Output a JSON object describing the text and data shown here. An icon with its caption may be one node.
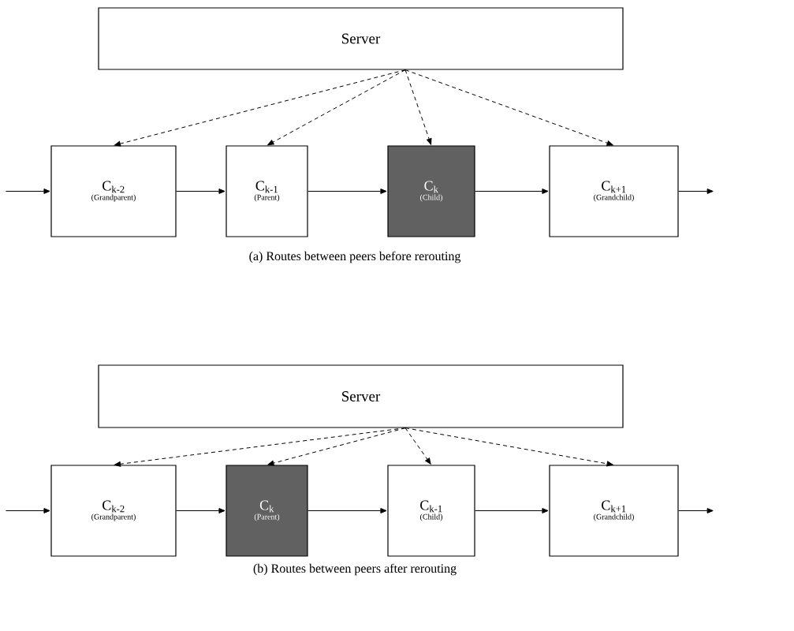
{
  "diagram": {
    "nodes": [
      {
        "text": [
          "Server"
        ]
      },
      {
        "text": [
          "C$_{k-2}$",
          "(Grandparent)"
        ]
      },
      {
        "text": [
          "C$_{k-1}$",
          "(Parent)"
        ]
      },
      {
        "text": [
          "C$_{k}$",
          "(Child)"
        ]
      },
      {
        "text": [
          "C$_{k+1}$",
          "(Grandchild)"
        ]
      },
      {
        "text": [
          "Server"
        ]
      },
      {
        "text": [
          "C$_{k-2}$",
          "(Grandparent)"
        ]
      },
      {
        "text": [
          "C$_{k}$",
          "(Parent)"
        ]
      },
      {
        "text": [
          "C$_{k-1}$",
          "(Child)"
        ]
      },
      {
        "text": [
          "C$_{k+1}$",
          "(Grandchild)"
        ]
      }
    ],
    "edges": [
      {
        "from": 0,
        "to": 1,
        "arrow": "to",
        "style": "dashed"
      },
      {
        "from": 0,
        "to": 2,
        "arrow": "to",
        "style": "dashed"
      },
      {
        "from": 0,
        "to": 3,
        "arrow": "to",
        "style": "dashed"
      },
      {
        "from": 0,
        "to": 4,
        "arrow": "to",
        "style": "dashed"
      },
      {
        "from": null,
        "to": 1,
        "arrow": "to"
      },
      {
        "from": 1,
        "to": 2,
        "arrow": "to"
      },
      {
        "from": 2,
        "to": 3,
        "arrow": "to"
      },
      {
        "from": 3,
        "to": 4,
        "arrow": "to"
      },
      {
        "from": 4,
        "to": null,
        "arrow": "to"
      },
      {
        "from": 5,
        "to": 6,
        "arrow": "to",
        "style": "dashed"
      },
      {
        "from": 5,
        "to": 7,
        "arrow": "to",
        "style": "dashed"
      },
      {
        "from": 5,
        "to": 8,
        "arrow": "to",
        "style": "dashed"
      },
      {
        "from": 5,
        "to": 9,
        "arrow": "to",
        "style": "dashed"
      },
      {
        "from": null,
        "to": 6,
        "arrow": "to"
      },
      {
        "from": 6,
        "to": 7,
        "arrow": "to"
      },
      {
        "from": 7,
        "to": 8,
        "arrow": "to"
      },
      {
        "from": 8,
        "to": 9,
        "arrow": "to"
      },
      {
        "from": 9,
        "to": null,
        "arrow": "to"
      }
    ],
    "labels": [
      "(a) Routes between peers before rerouting",
      "(b) Routes between peers after rerouting"
    ]
  }
}
